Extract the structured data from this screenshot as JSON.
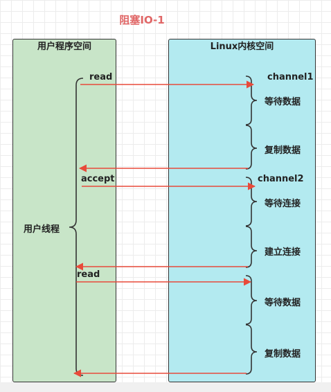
{
  "title": "阻塞IO-1",
  "user_space": {
    "label": "用户程序空间",
    "thread_label": "用户线程"
  },
  "kernel_space": {
    "label": "Linux内核空间"
  },
  "calls": {
    "read1": "read",
    "accept": "accept",
    "read2": "read"
  },
  "channels": {
    "channel1": "channel1",
    "channel2": "channel2"
  },
  "phases": {
    "wait_data_1": "等待数据",
    "copy_data_1": "复制数据",
    "wait_connect": "等待连接",
    "establish_connect": "建立连接",
    "wait_data_2": "等待数据",
    "copy_data_2": "复制数据"
  },
  "colors": {
    "arrow": "#e84a3a",
    "user_bg": "#c8e5c8",
    "kernel_bg": "#b3eaf0",
    "title": "#e06666"
  }
}
